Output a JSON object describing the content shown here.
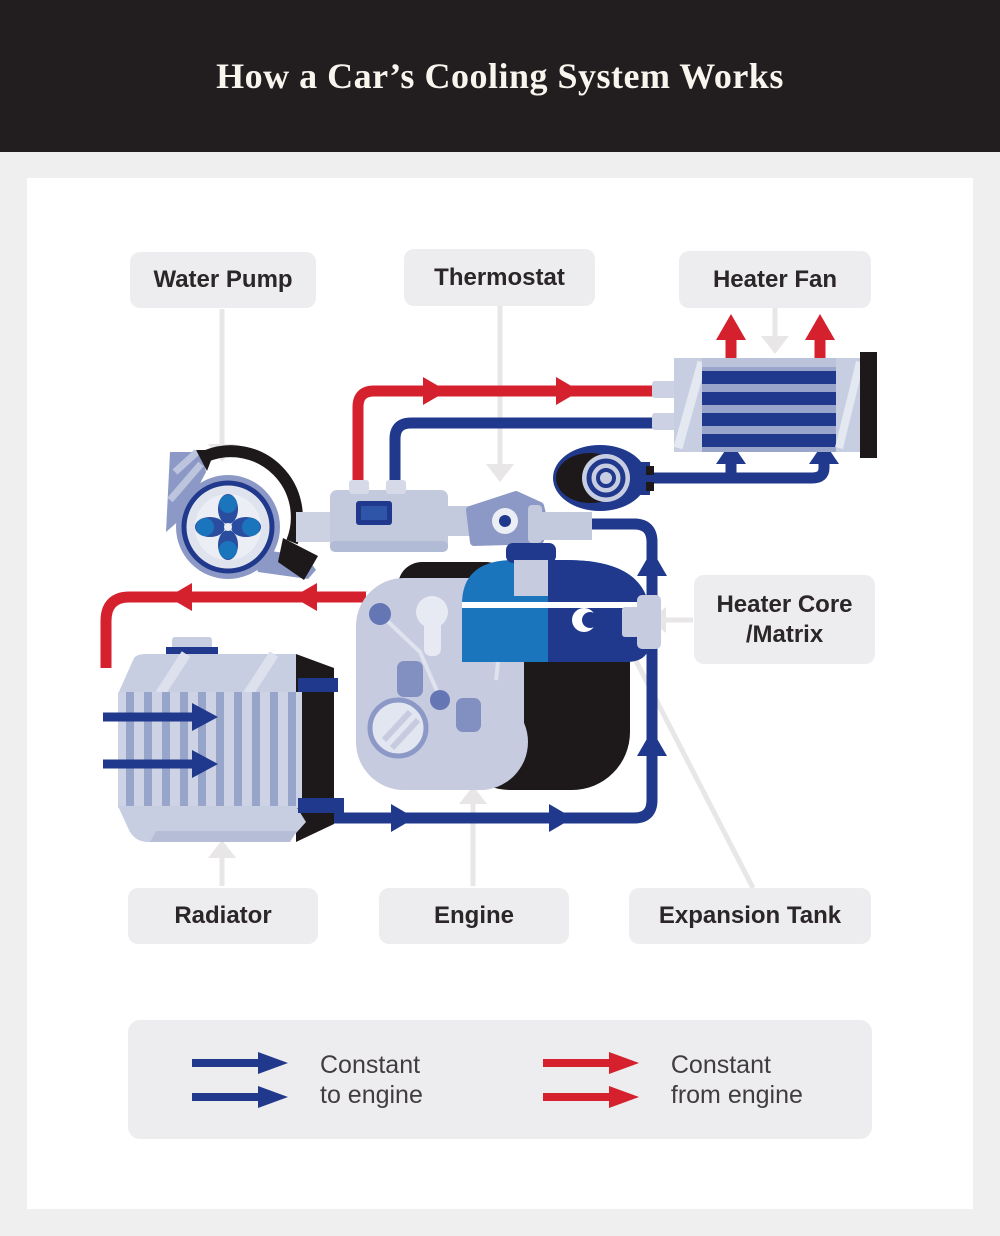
{
  "header": {
    "title": "How a Car’s Cooling System Works"
  },
  "labels": {
    "water_pump": "Water Pump",
    "thermostat": "Thermostat",
    "heater_fan": "Heater Fan",
    "heater_core_line1": "Heater Core",
    "heater_core_line2": "/Matrix",
    "radiator": "Radiator",
    "engine": "Engine",
    "expansion_tank": "Expansion Tank"
  },
  "legend": {
    "to_engine_line1": "Constant",
    "to_engine_line2": "to engine",
    "from_engine_line1": "Constant",
    "from_engine_line2": "from engine"
  },
  "colors": {
    "header_bg": "#221e1f",
    "header_text": "#f8f4ee",
    "page_bg": "#efefef",
    "card_bg": "#ffffff",
    "label_bg": "#edecee",
    "label_text": "#2b2728",
    "pipe_blue": "#21398c",
    "pipe_red": "#d5202e",
    "connector_gray": "#e8e6e7",
    "component_navy": "#21398c",
    "component_blue": "#1a75bc",
    "component_periwinkle": "#8c99c6",
    "component_light": "#c8cee2",
    "component_black": "#1d191a"
  }
}
